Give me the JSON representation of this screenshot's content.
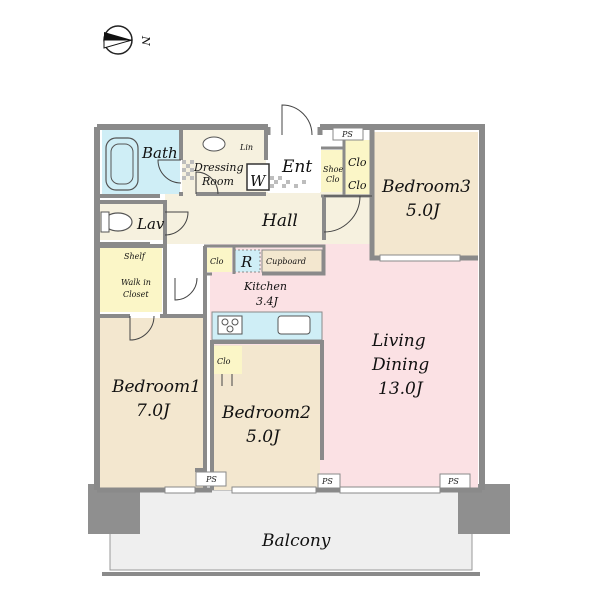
{
  "compass": {
    "label": "N"
  },
  "rooms": {
    "bath": "Bath",
    "lin": "Lin",
    "dressing_line1": "Dressing",
    "dressing_line2": "Room",
    "washer": "W",
    "ent": "Ent",
    "shoe_line1": "Shoe",
    "shoe_line2": "Clo",
    "clo_ent_1": "Clo",
    "clo_ent_2": "Clo",
    "bedroom3": "Bedroom3",
    "bedroom3_size": "5.0J",
    "lav": "Lav",
    "hall": "Hall",
    "shelf": "Shelf",
    "wic_line1": "Walk in",
    "wic_line2": "Closet",
    "clo_hall": "Clo",
    "fridge": "R",
    "cupboard": "Cupboard",
    "kitchen": "Kitchen",
    "kitchen_size": "3.4J",
    "living": "Living",
    "dining": "Dining",
    "living_size": "13.0J",
    "bedroom1": "Bedroom1",
    "bedroom1_size": "7.0J",
    "clo_bed2": "Clo",
    "bedroom2": "Bedroom2",
    "bedroom2_size": "5.0J",
    "balcony": "Balcony"
  },
  "ps_labels": [
    "PS",
    "PS",
    "PS",
    "PS"
  ],
  "colors": {
    "wall": "#8a8a8a",
    "bedroom": "#f3e7cf",
    "living": "#fbe1e4",
    "bath": "#cfeef6",
    "hall": "#f6f1df",
    "balcony": "#efefef",
    "closet": "#fbf6c7"
  }
}
